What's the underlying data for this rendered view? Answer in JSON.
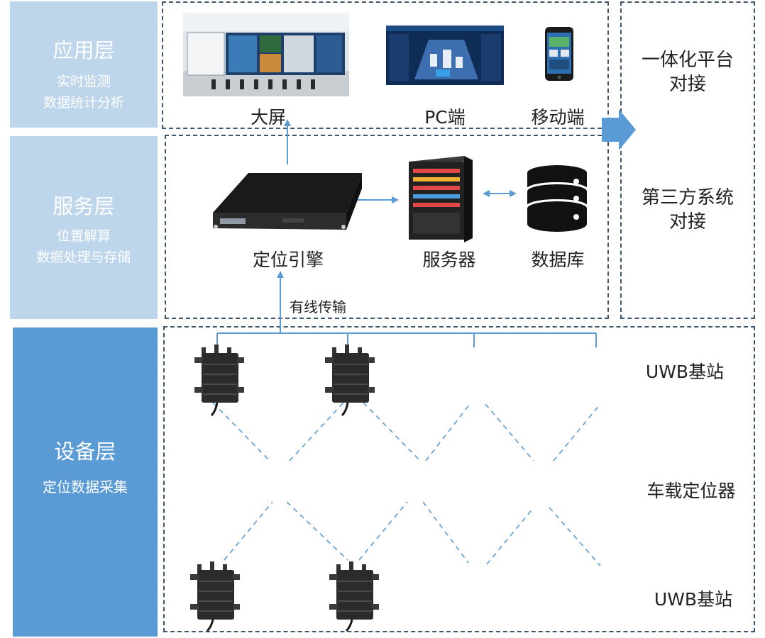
{
  "layers": {
    "application": {
      "title": "应用层",
      "subtitle_1": "实时监测",
      "subtitle_2": "数据统计分析"
    },
    "service": {
      "title": "服务层",
      "subtitle_1": "位置解算",
      "subtitle_2": "数据处理与存储"
    },
    "device": {
      "title": "设备层",
      "subtitle_1": "定位数据采集"
    }
  },
  "application_nodes": {
    "big_screen": "大屏",
    "pc": "PC端",
    "mobile": "移动端"
  },
  "service_nodes": {
    "engine": "定位引擎",
    "server": "服务器",
    "database": "数据库"
  },
  "integration": {
    "platform_1": "一体化平台",
    "platform_2": "对接",
    "third_party_1": "第三方系统",
    "third_party_2": "对接"
  },
  "device_nodes": {
    "link_label": "有线传输",
    "uwb_top": "UWB基站",
    "vehicle_locator": "车载定位器",
    "uwb_bottom": "UWB基站"
  },
  "colors": {
    "layer_light": "#bdd6ec",
    "layer_dark": "#5b9bd5",
    "connector": "#5b9bd5",
    "dashed_border": "#3e556b"
  }
}
